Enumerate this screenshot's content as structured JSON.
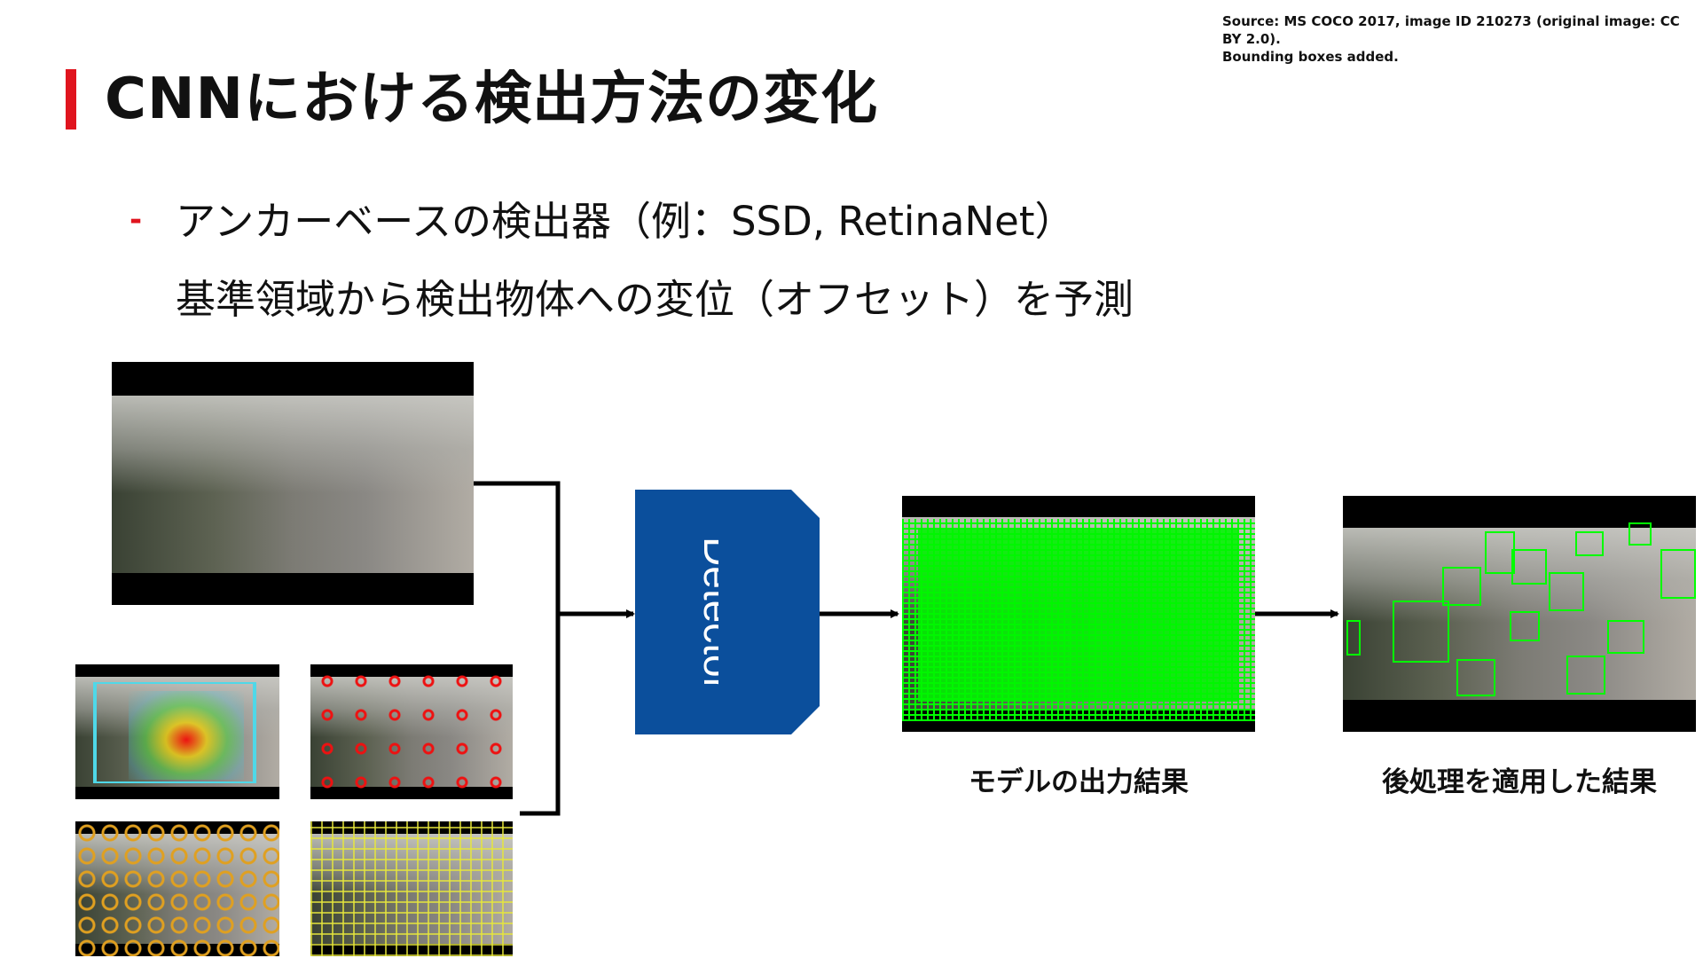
{
  "source": {
    "line1": "Source: MS COCO 2017, image ID 210273 (original image: CC BY 2.0).",
    "line2": "Bounding boxes added."
  },
  "title": "CNNにおける検出方法の変化",
  "bullet": {
    "dash": "-",
    "line1": "アンカーベースの検出器（例：SSD, RetinaNet）",
    "line2": "基準領域から検出物体への変位（オフセット）を予測"
  },
  "detector": {
    "label": "Detector",
    "color": "#0b4f9c"
  },
  "captions": {
    "model_output": "モデルの出力結果",
    "post_processed": "後処理を適用した結果"
  },
  "colors": {
    "accent": "#e0141e",
    "box_green": "#00ff00"
  },
  "icons": [
    "arrow-right-icon",
    "arrow-right-icon",
    "arrow-right-icon"
  ]
}
